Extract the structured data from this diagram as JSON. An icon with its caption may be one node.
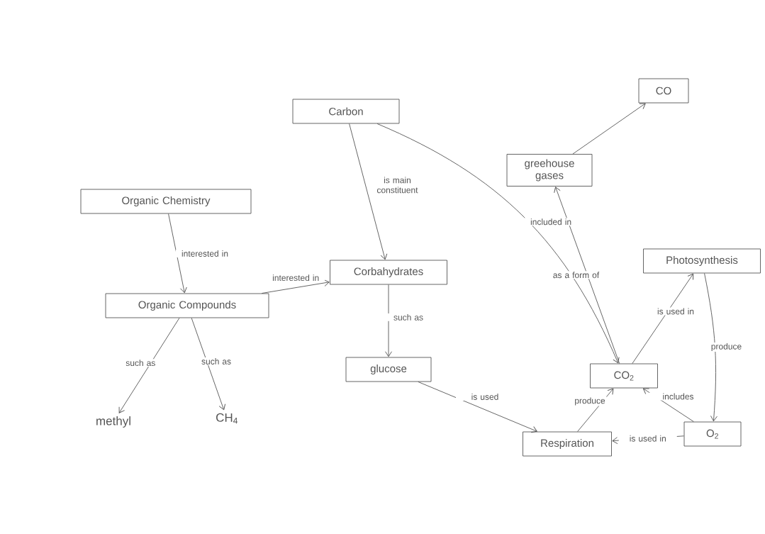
{
  "diagram": {
    "nodes": [
      {
        "text": [
          "Carbon"
        ]
      },
      {
        "text": [
          "Organic Chemistry"
        ]
      },
      {
        "text": [
          "Organic Compounds"
        ]
      },
      {
        "text": [
          "Corbahydrates"
        ]
      },
      {
        "text": [
          "methyl"
        ]
      },
      {
        "text": [
          "CH$_{4}$"
        ]
      },
      {
        "text": [
          "glucose"
        ]
      },
      {
        "text": [
          "greehouse gases"
        ]
      },
      {
        "text": [
          "CO"
        ]
      },
      {
        "text": [
          "Photosynthesis"
        ]
      },
      {
        "text": [
          "CO$_{2}$"
        ]
      },
      {
        "text": [
          "Respiration"
        ]
      },
      {
        "text": [
          "O$_{2}$"
        ]
      }
    ],
    "edges": [
      {
        "from": 0,
        "to": 3,
        "arrow": "to",
        "label": "is main constituent"
      },
      {
        "from": 0,
        "to": 10,
        "arrow": "to",
        "label": "included in"
      },
      {
        "from": 1,
        "to": 2,
        "arrow": "to",
        "label": "interested in"
      },
      {
        "from": 2,
        "to": 3,
        "arrow": "to",
        "label": "interested in"
      },
      {
        "from": 2,
        "to": 4,
        "arrow": "to",
        "label": "such as"
      },
      {
        "from": 2,
        "to": 5,
        "arrow": "to",
        "label": "such as"
      },
      {
        "from": 3,
        "to": 6,
        "arrow": "to",
        "label": "such as"
      },
      {
        "from": 6,
        "to": 11,
        "arrow": "to",
        "label": "is used"
      },
      {
        "from": 10,
        "to": 7,
        "arrow": "to",
        "label": "as a form of"
      },
      {
        "from": 7,
        "to": 8,
        "arrow": "to"
      },
      {
        "from": 10,
        "to": 9,
        "arrow": "to",
        "label": "is used in"
      },
      {
        "from": 9,
        "to": 12,
        "arrow": "to",
        "label": "produce"
      },
      {
        "from": 12,
        "to": 10,
        "arrow": "to",
        "label": "includes"
      },
      {
        "from": 12,
        "to": 11,
        "arrow": "to",
        "label": "is used in"
      },
      {
        "from": 11,
        "to": 10,
        "arrow": "to",
        "label": "produce"
      }
    ]
  }
}
